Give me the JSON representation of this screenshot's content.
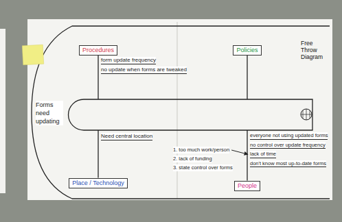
{
  "diagram": {
    "title": "Free Throw Diagram",
    "nodes": [
      {
        "text": [
          "Procedures"
        ]
      },
      {
        "text": [
          "Policies"
        ]
      },
      {
        "text": [
          "Place / Technology"
        ]
      },
      {
        "text": [
          "People"
        ]
      }
    ],
    "labels": [
      "Forms need updating",
      "form update frequency",
      "no update when forms are tweaked",
      "Need central location",
      "everyone not using updated forms",
      "no control over update frequency",
      "lack of time",
      "don't know most up-to-date forms",
      "1. too much work/person",
      "2. lack of funding",
      "3. state control over forms"
    ]
  }
}
